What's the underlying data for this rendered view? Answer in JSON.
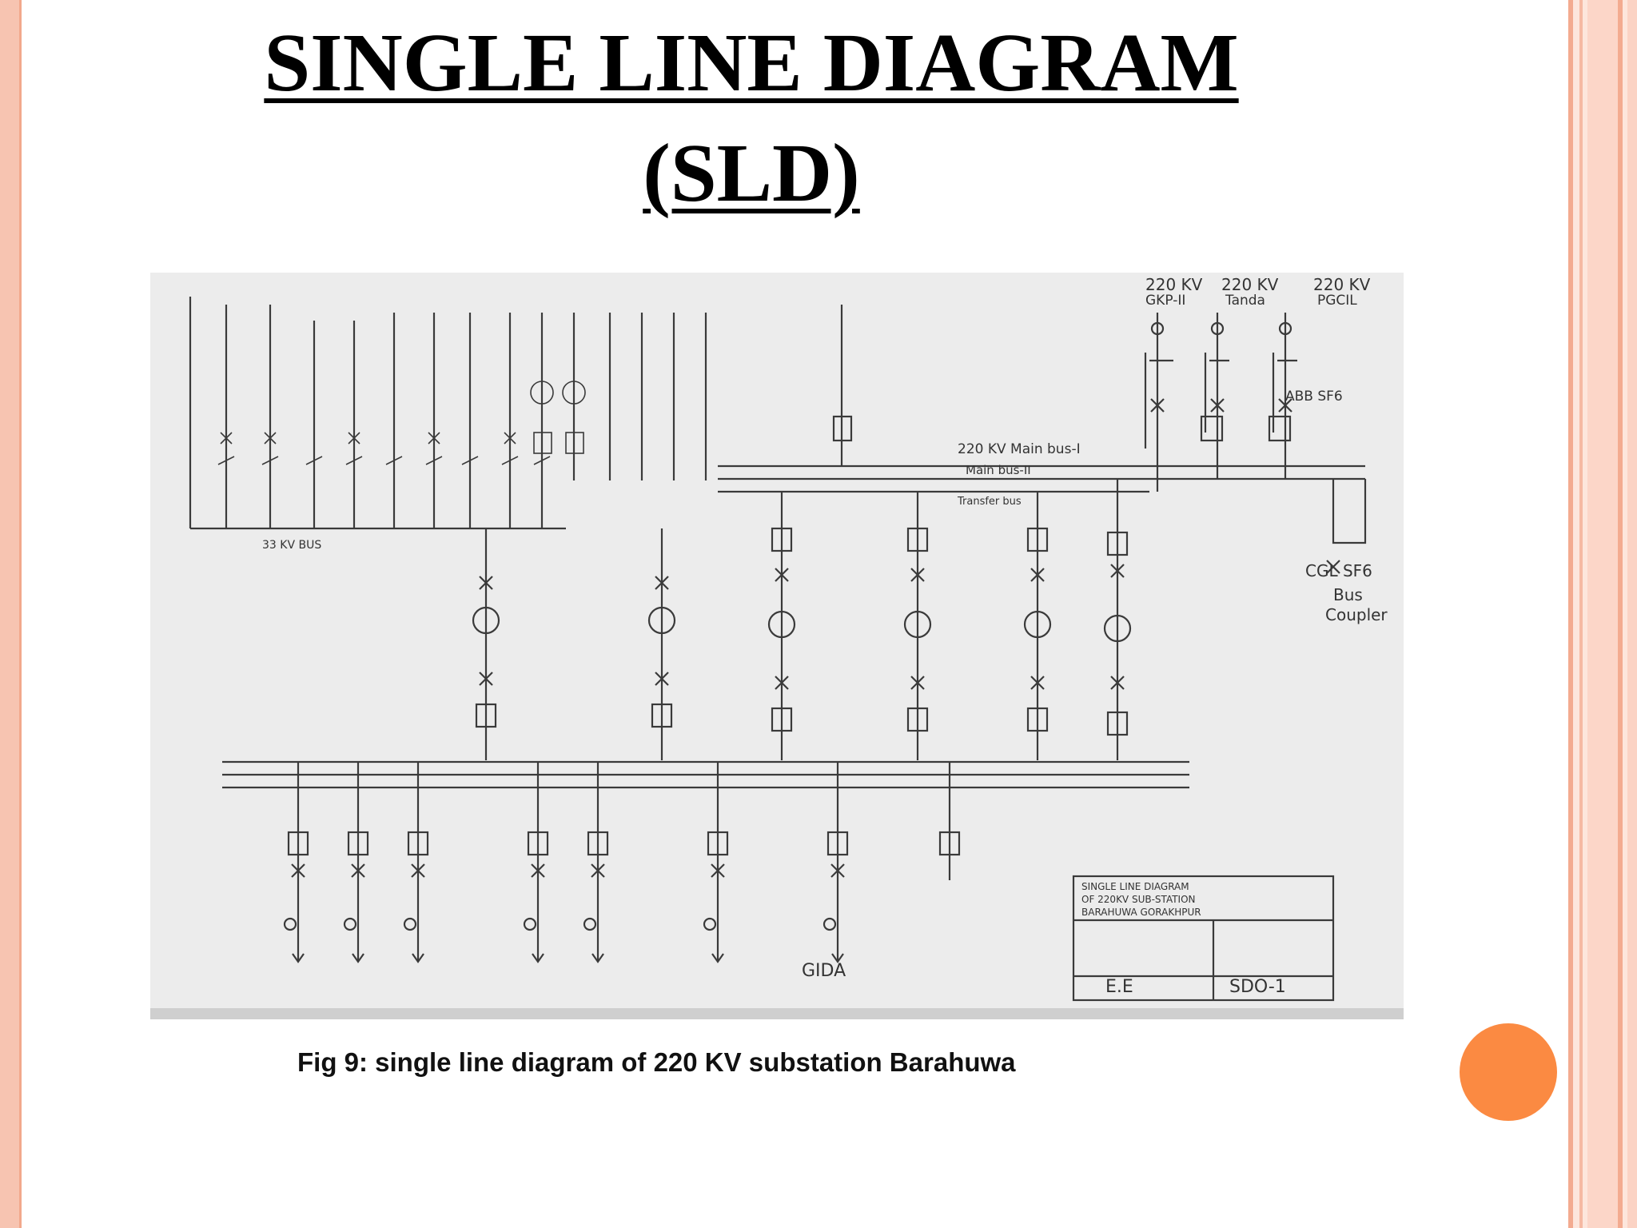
{
  "slide": {
    "title_line1": "SINGLE LINE DIAGRAM",
    "title_line2": "(SLD)",
    "caption": "Fig 9: single line diagram of 220 KV substation Barahuwa",
    "accent_color": "#fb8a42",
    "frame_color": "#f7c4b1"
  },
  "figure": {
    "incomers": [
      {
        "voltage": "220 KV",
        "name": "GKP-II"
      },
      {
        "voltage": "220 KV",
        "name": "Tanda"
      },
      {
        "voltage": "220 KV",
        "name": "PGCIL"
      }
    ],
    "labels": {
      "main_bus_1": "220 KV Main bus-I",
      "main_bus_2": "Main bus-II",
      "transfer_bus": "Transfer bus",
      "bus_coupler": "Bus Coupler",
      "cgl_sf6": "CGL SF6",
      "abb_sf6": "ABB SF6",
      "bus_33kv": "33 KV BUS",
      "feeder_gida": "GIDA",
      "title_block_1": "SINGLE LINE DIAGRAM",
      "title_block_2": "OF 220KV SUB-STATION",
      "title_block_3": "BARAHUWA GORAKHPUR",
      "sign_left": "E.E",
      "sign_right": "SDO-1"
    }
  }
}
